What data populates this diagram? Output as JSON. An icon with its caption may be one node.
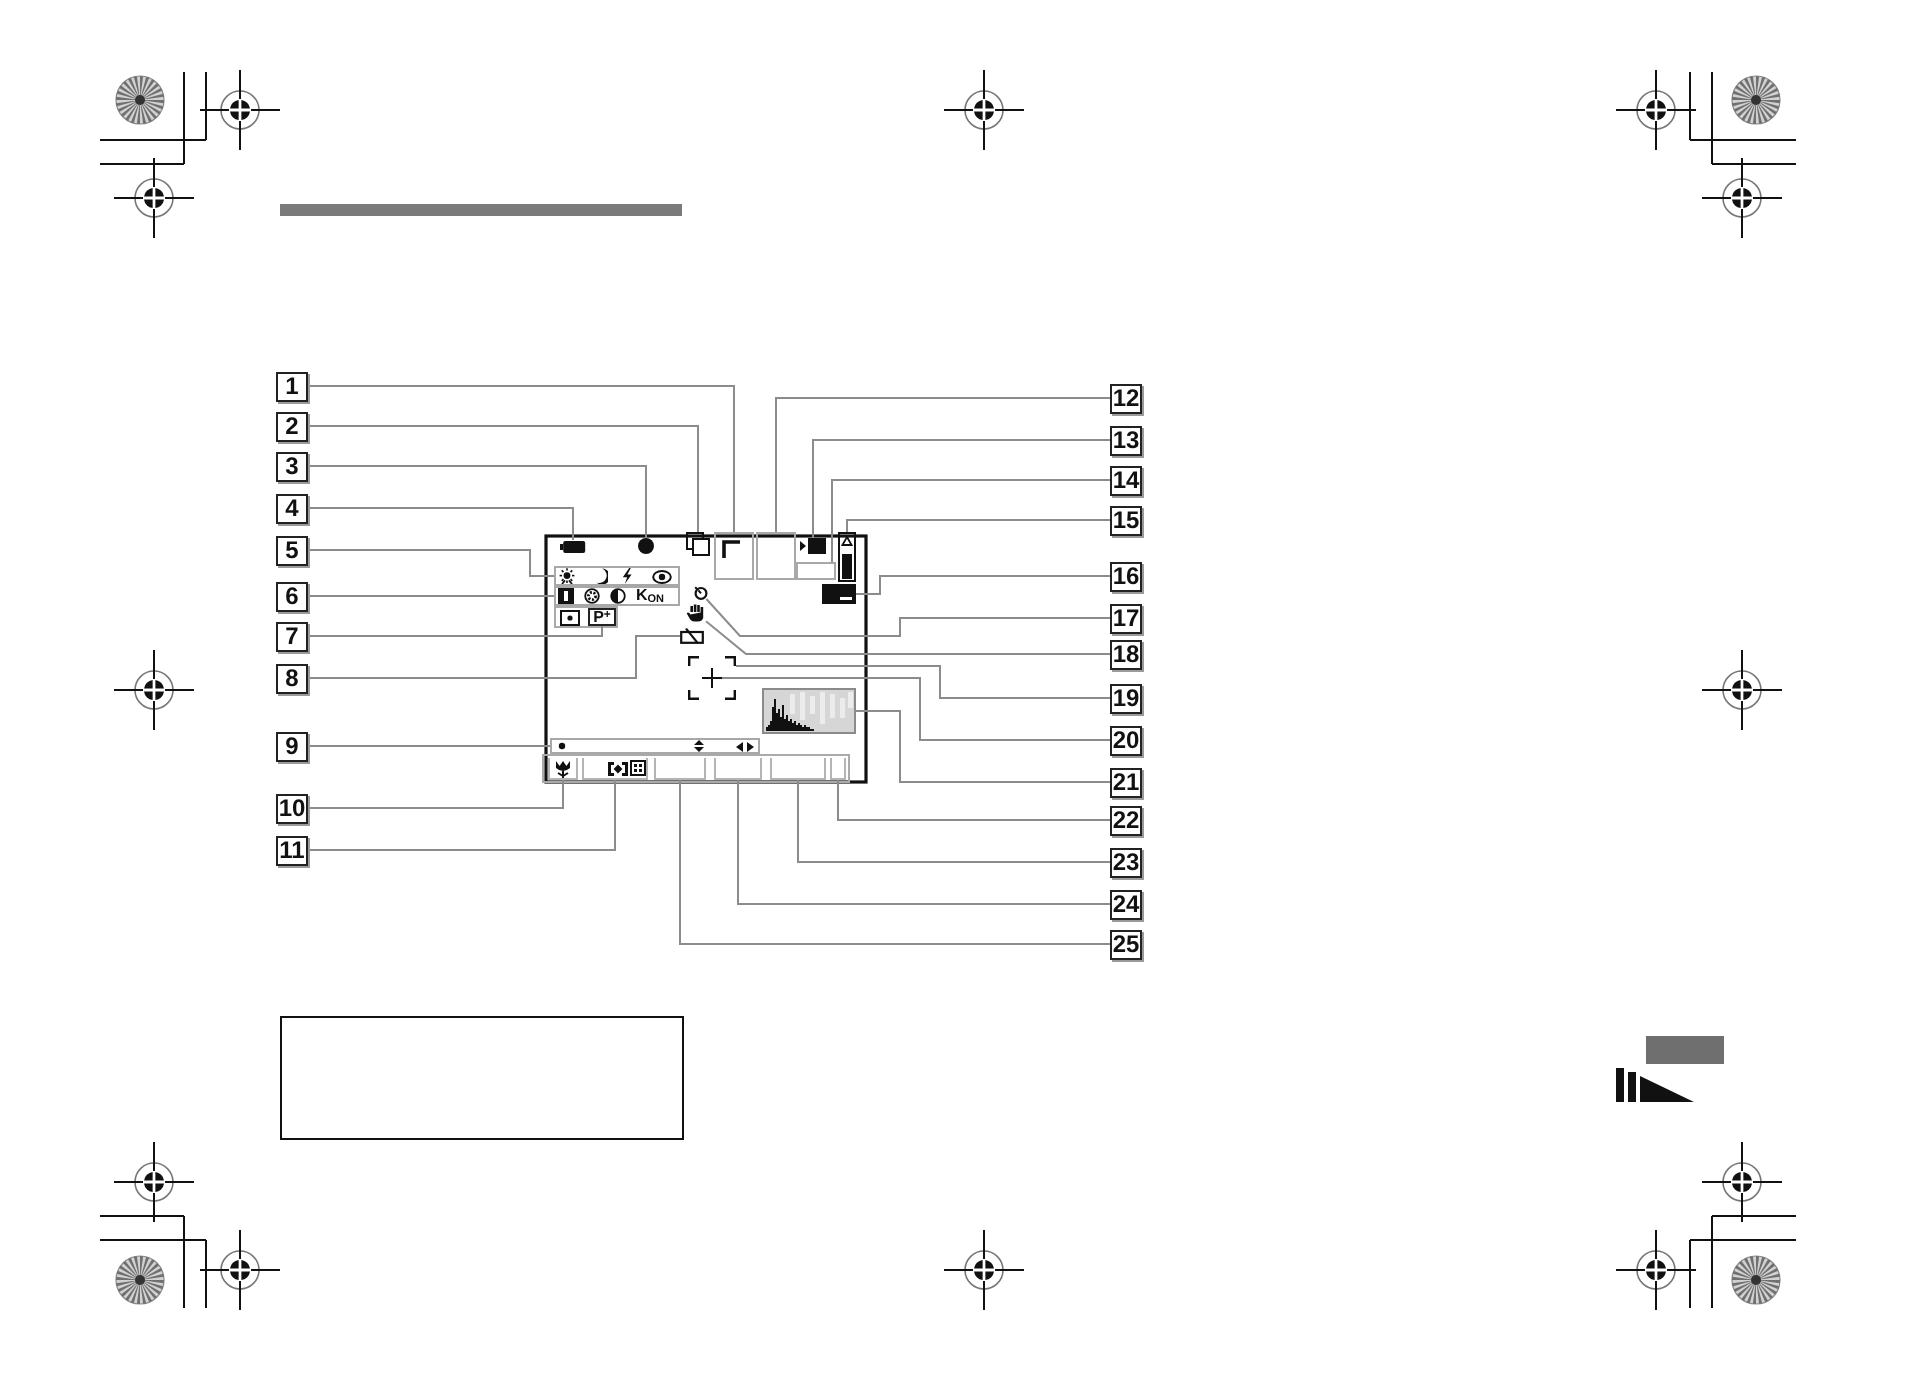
{
  "diagram": {
    "nodes": [
      {
        "text": [
          "1"
        ]
      },
      {
        "text": [
          "2"
        ]
      },
      {
        "text": [
          "3"
        ]
      },
      {
        "text": [
          "4"
        ]
      },
      {
        "text": [
          "5"
        ]
      },
      {
        "text": [
          "6"
        ]
      },
      {
        "text": [
          "7"
        ]
      },
      {
        "text": [
          "8"
        ]
      },
      {
        "text": [
          "9"
        ]
      },
      {
        "text": [
          "10"
        ]
      },
      {
        "text": [
          "11"
        ]
      },
      {
        "text": [
          "12"
        ]
      },
      {
        "text": [
          "13"
        ]
      },
      {
        "text": [
          "14"
        ]
      },
      {
        "text": [
          "15"
        ]
      },
      {
        "text": [
          "16"
        ]
      },
      {
        "text": [
          "17"
        ]
      },
      {
        "text": [
          "18"
        ]
      },
      {
        "text": [
          "19"
        ]
      },
      {
        "text": [
          "20"
        ]
      },
      {
        "text": [
          "21"
        ]
      },
      {
        "text": [
          "22"
        ]
      },
      {
        "text": [
          "23"
        ]
      },
      {
        "text": [
          "24"
        ]
      },
      {
        "text": [
          "25"
        ]
      },
      {
        "text": [],
        "shape": "box"
      },
      {
        "text": [],
        "shape": "box"
      },
      {
        "text": [],
        "shape": "circle"
      },
      {
        "text": [],
        "shape": "box"
      },
      {
        "text": [],
        "shape": "box"
      },
      {
        "text": [],
        "shape": "box"
      },
      {
        "text": [
          "P$^{+}$"
        ]
      },
      {
        "text": [],
        "shape": "box"
      },
      {
        "text": [],
        "shape": "box"
      },
      {
        "text": [],
        "shape": "box"
      },
      {
        "text": [],
        "shape": "box"
      },
      {
        "text": [],
        "shape": "box"
      },
      {
        "text": [],
        "shape": "box"
      },
      {
        "text": [],
        "shape": "box"
      },
      {
        "text": [],
        "shape": "bar"
      },
      {
        "text": [],
        "shape": "picture"
      },
      {
        "text": [],
        "shape": "picture"
      },
      {
        "text": [],
        "shape": "picture"
      },
      {
        "text": [],
        "shape": "picture"
      },
      {
        "text": [],
        "shape": "picture",
        "in": 43
      },
      {
        "text": [],
        "shape": "picture"
      },
      {
        "text": [],
        "shape": "box"
      },
      {
        "text": [],
        "shape": "box"
      },
      {
        "text": [],
        "shape": "box"
      },
      {
        "text": [],
        "shape": "box"
      },
      {
        "text": [],
        "shape": "box"
      }
    ],
    "edges": [
      {
        "from": 0,
        "to": 25,
        "arrow": "none"
      },
      {
        "from": 1,
        "to": 26,
        "arrow": "none"
      },
      {
        "from": 2,
        "to": 27,
        "arrow": "none"
      },
      {
        "from": 3,
        "to": 28,
        "arrow": "none"
      },
      {
        "from": 4,
        "to": 29,
        "arrow": "none"
      },
      {
        "from": 5,
        "to": 30,
        "arrow": "none"
      },
      {
        "from": 6,
        "to": 31,
        "arrow": "none"
      },
      {
        "from": 7,
        "to": 32,
        "arrow": "none"
      },
      {
        "from": 8,
        "to": 33,
        "arrow": "none"
      },
      {
        "from": 9,
        "to": 34,
        "arrow": "none"
      },
      {
        "from": 10,
        "to": 35,
        "arrow": "none"
      },
      {
        "from": 11,
        "to": 36,
        "arrow": "none"
      },
      {
        "from": 12,
        "to": 37,
        "arrow": "none"
      },
      {
        "from": 13,
        "to": 38,
        "arrow": "none"
      },
      {
        "from": 14,
        "to": 39,
        "arrow": "none"
      },
      {
        "from": 15,
        "to": 40,
        "arrow": "none"
      },
      {
        "from": 16,
        "to": 41,
        "arrow": "none"
      },
      {
        "from": 17,
        "to": 42,
        "arrow": "none"
      },
      {
        "from": 18,
        "to": 43,
        "arrow": "none"
      },
      {
        "from": 19,
        "to": 44,
        "arrow": "none"
      },
      {
        "from": 20,
        "to": 45,
        "arrow": "none"
      },
      {
        "from": 21,
        "to": 46,
        "arrow": "none"
      },
      {
        "from": 22,
        "to": 47,
        "arrow": "none"
      },
      {
        "from": 23,
        "to": 48,
        "arrow": "none"
      },
      {
        "from": 24,
        "to": 49,
        "arrow": "none"
      }
    ],
    "labels": [
      "K$_{ON}$"
    ]
  }
}
